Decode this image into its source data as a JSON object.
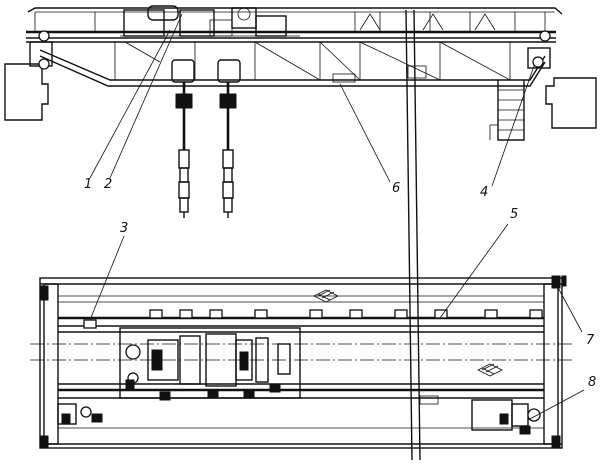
{
  "callouts": [
    {
      "label": "1",
      "key": "c1"
    },
    {
      "label": "2",
      "key": "c2"
    },
    {
      "label": "3",
      "key": "c3"
    },
    {
      "label": "4",
      "key": "c4"
    },
    {
      "label": "5",
      "key": "c5"
    },
    {
      "label": "6",
      "key": "c6"
    },
    {
      "label": "7",
      "key": "c7"
    },
    {
      "label": "8",
      "key": "c8"
    }
  ]
}
